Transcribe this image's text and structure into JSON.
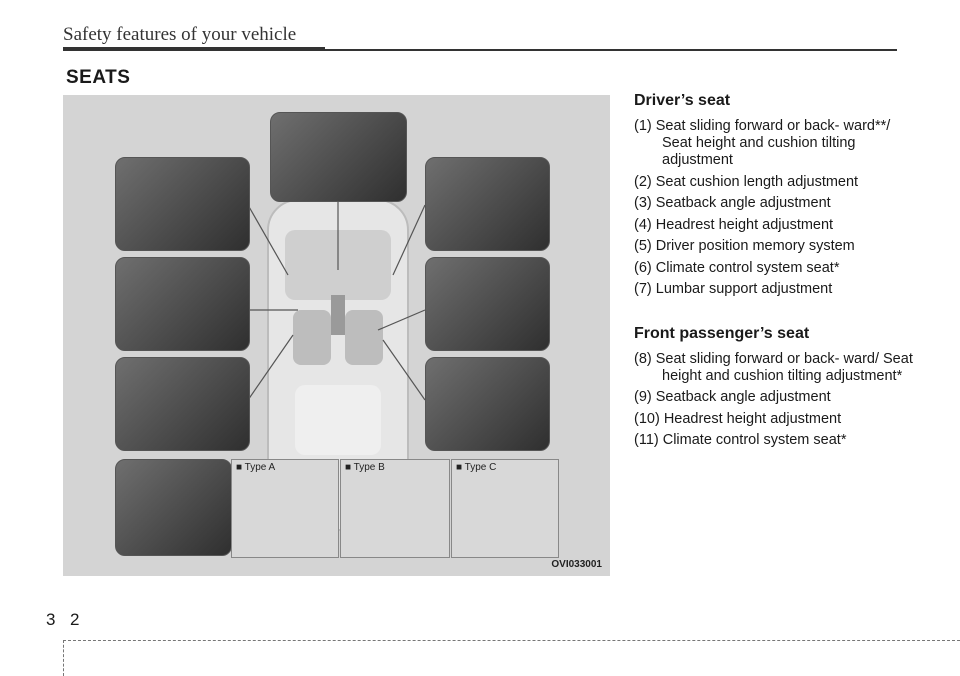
{
  "header": {
    "title": "Safety features of your vehicle"
  },
  "section": {
    "title": "SEATS"
  },
  "figure": {
    "code": "OVI033001",
    "type_labels": [
      "■ Type A",
      "■ Type B",
      "■ Type C"
    ]
  },
  "driver": {
    "title": "Driver’s seat",
    "items": [
      "(1) Seat sliding forward or back- ward**/ Seat height and cushion tilting adjustment",
      "(2) Seat cushion length adjustment",
      "(3) Seatback angle adjustment",
      "(4) Headrest height adjustment",
      "(5) Driver position memory system",
      "(6) Climate control system seat*",
      "(7) Lumbar support adjustment"
    ]
  },
  "passenger": {
    "title": "Front passenger’s seat",
    "items": [
      "(8) Seat sliding forward or back- ward/ Seat height and cushion tilting adjustment*",
      "(9) Seatback angle adjustment",
      "(10) Headrest height adjustment",
      "(11) Climate control system seat*"
    ]
  },
  "footer": {
    "chapter": "3",
    "page": "2"
  }
}
